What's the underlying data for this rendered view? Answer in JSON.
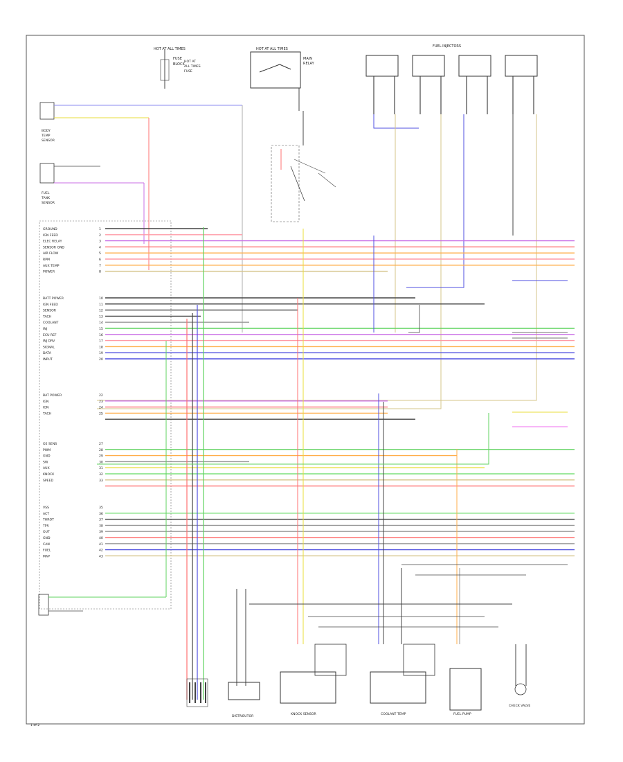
{
  "colors": {
    "red": "#ff7070",
    "pink": "#ff9aa6",
    "orange": "#ffae4a",
    "yellow": "#e9dc3a",
    "tan": "#d6c48a",
    "green": "#5fd35f",
    "lightgreen": "#7be07b",
    "blue": "#4f4fe0",
    "lightblue": "#8b8bf0",
    "violet": "#c86ee6",
    "black": "#444444",
    "gray": "#999999",
    "magenta": "#f06cf0"
  },
  "labels": {
    "top_fuse": [
      "HOT AT ALL TIMES",
      "FUSE",
      "BLOCK"
    ],
    "relay_top": [
      "HOT AT ALL TIMES",
      "MAIN",
      "RELAY"
    ],
    "injectors": "FUEL INJECTORS",
    "bottom_left_corner": "1 of 2"
  },
  "left_sensors": [
    {
      "lines": [
        "BODY",
        "TEMP",
        "SENSOR"
      ]
    },
    {
      "lines": [
        "FUEL",
        "TANK",
        "SENSOR"
      ]
    }
  ],
  "pin_labels": [
    "GROUND",
    "IGN FEED",
    "ELEC RELAY",
    "SENSOR GND",
    "AIR FLOW",
    "RPM",
    "AUX TEMP",
    "POWER",
    "",
    "BATT POWER",
    "IGN FEED",
    "SENSOR",
    "TACH",
    "COOLANT",
    "INJ",
    "ECU REF",
    "INJ DRV",
    "SIGNAL",
    "DATA",
    "INPUT",
    "",
    "BAT POWER",
    "IGN",
    "IGN",
    "TACH",
    "",
    "O2 SENS",
    "PWM",
    "GND",
    "SW",
    "AUX",
    "KNOCK",
    "SPEED",
    "",
    "VSS",
    "ACT",
    "THROT",
    "TPS",
    "OUT",
    "GND",
    "CAN",
    "FUEL",
    "MAP"
  ],
  "bottom_components": [
    "DISTRIBUTOR",
    "KNOCK SENSOR",
    "COOLANT TEMP",
    "FUEL PUMP",
    "CHECK VALVE"
  ]
}
